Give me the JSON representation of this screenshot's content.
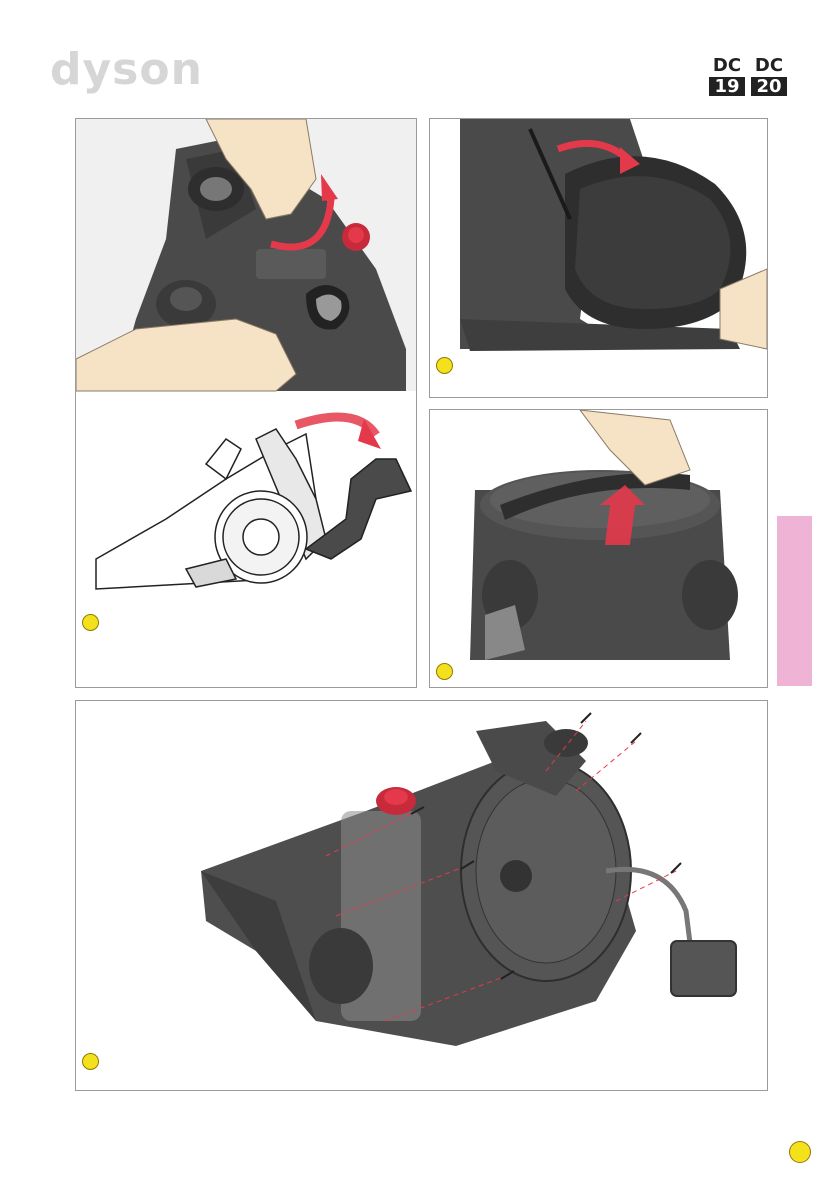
{
  "header": {
    "brand_logo": "dyson",
    "models": [
      {
        "top": "DC",
        "bottom": "19"
      },
      {
        "top": "DC",
        "bottom": "20"
      }
    ]
  },
  "steps": [
    {
      "panel": "photo-lift-cyclone",
      "indicator": "step-dot"
    },
    {
      "panel": "photo-lever-body",
      "indicator": "step-dot"
    },
    {
      "panel": "drawing-rotate-chassis",
      "indicator": "step-dot"
    },
    {
      "panel": "photo-twist-cap",
      "indicator": "step-dot"
    },
    {
      "panel": "exploded-motor-screws",
      "indicator": "step-dot"
    }
  ],
  "side_tab": {
    "color": "#efb3d6"
  },
  "colors": {
    "accent_red": "#e3394a",
    "step_yellow": "#f4e01d",
    "body_grey": "#4a4a4a",
    "skin": "#f6e3c6"
  }
}
